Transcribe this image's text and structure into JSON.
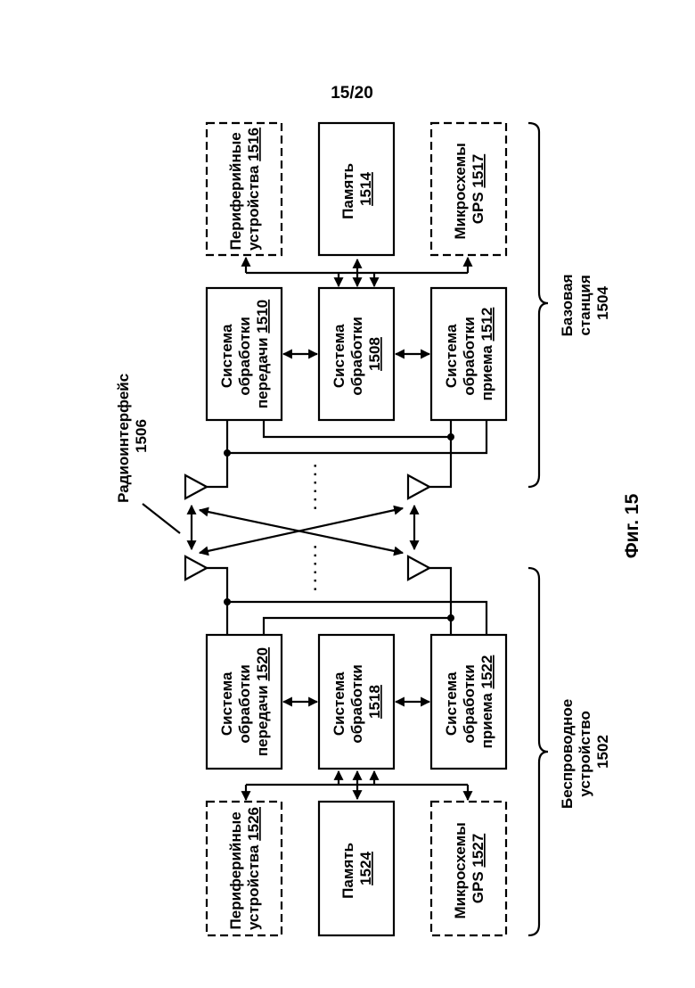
{
  "page_number": "15/20",
  "figure_caption": "Фиг. 15",
  "radio_interface": {
    "label": "Радиоинтерфейс",
    "ref": "1506"
  },
  "dots": ". . . . . .",
  "base_station": {
    "label": [
      "Базовая",
      "станция",
      "1504"
    ],
    "peripherals": {
      "lines": [
        "Периферийные",
        "устройства "
      ],
      "ref": "1516"
    },
    "memory": {
      "lines": [
        "Память"
      ],
      "ref": "1514"
    },
    "gps": {
      "lines": [
        "Микросхемы",
        "GPS "
      ],
      "ref": "1517"
    },
    "tx": {
      "lines": [
        "Система",
        "обработки",
        "передачи"
      ],
      "ref": "1510"
    },
    "proc": {
      "lines": [
        "Система",
        "обработки"
      ],
      "ref": "1508"
    },
    "rx": {
      "lines": [
        "Система",
        "обработки",
        "приема"
      ],
      "ref": "1512"
    }
  },
  "wireless_device": {
    "label": [
      "Беспроводное",
      "устройство",
      "1502"
    ],
    "peripherals": {
      "lines": [
        "Периферийные",
        "устройства "
      ],
      "ref": "1526"
    },
    "memory": {
      "lines": [
        "Память"
      ],
      "ref": "1524"
    },
    "gps": {
      "lines": [
        "Микросхемы",
        "GPS "
      ],
      "ref": "1527"
    },
    "tx": {
      "lines": [
        "Система",
        "обработки",
        "передачи"
      ],
      "ref": "1520"
    },
    "proc": {
      "lines": [
        "Система",
        "обработки"
      ],
      "ref": "1518"
    },
    "rx": {
      "lines": [
        "Система",
        "обработки",
        "приема"
      ],
      "ref": "1522"
    }
  }
}
